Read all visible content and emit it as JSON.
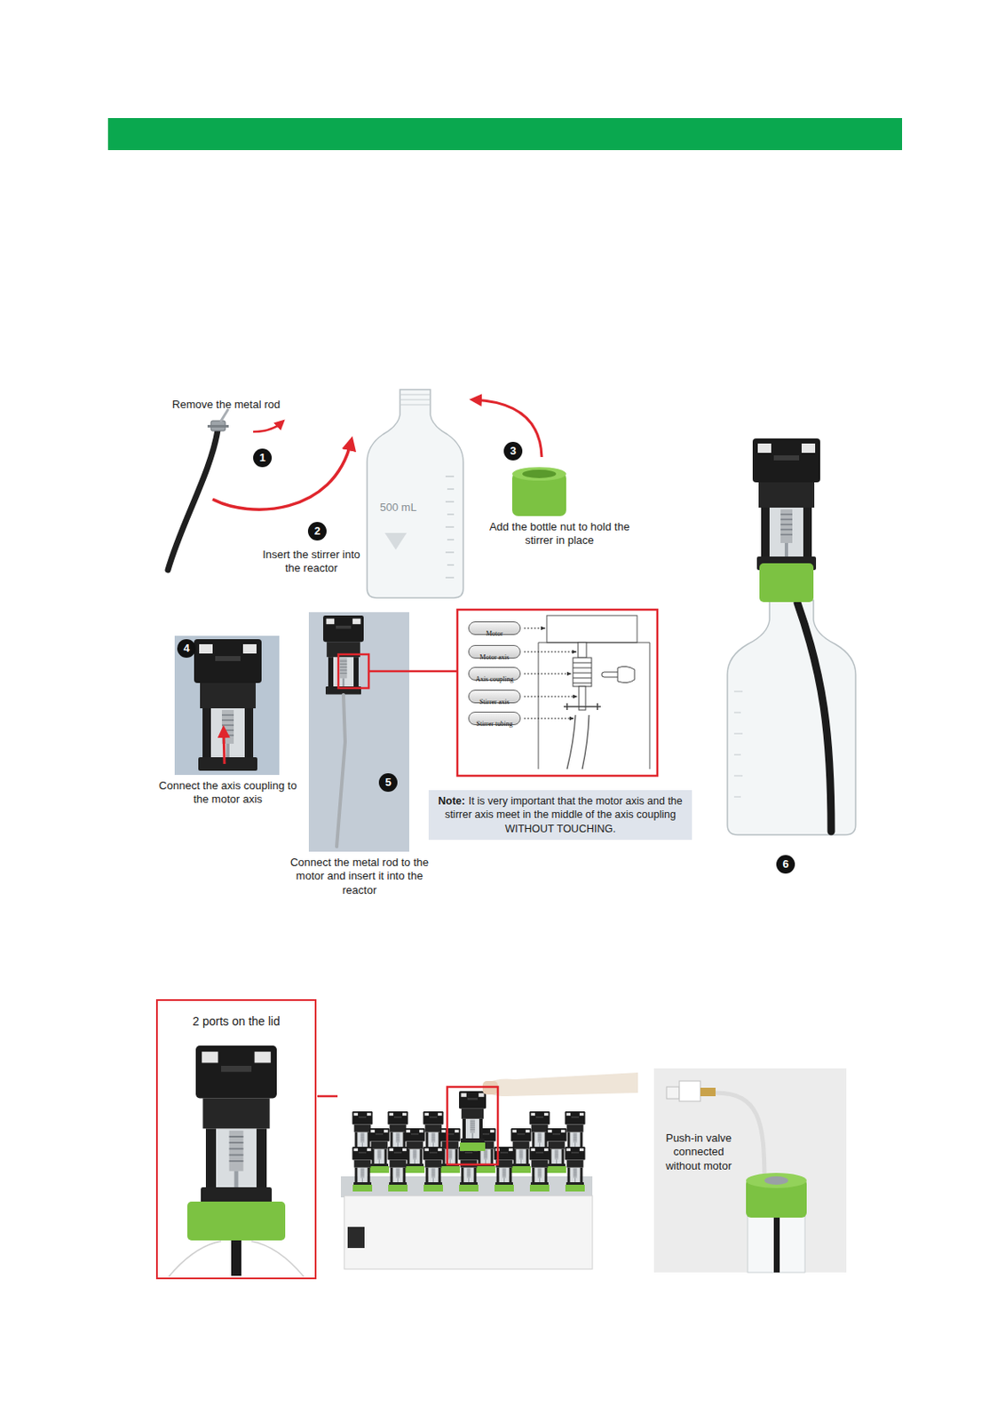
{
  "diagram": {
    "nodes": [
      {
        "text": [
          "Motor"
        ]
      },
      {
        "text": [
          "Motor axis"
        ]
      },
      {
        "text": [
          "Axis coupling"
        ]
      },
      {
        "text": [
          "Stirrer axis"
        ]
      },
      {
        "text": [
          "Stirrer tubing"
        ]
      },
      {
        "text": [
          "Note:",
          "It is very important that the motor axis and the stirrer axis meet in the middle of the axis coupling WITHOUT TOUCHING."
        ]
      },
      {
        "text": [
          "2 ports on the lid"
        ]
      }
    ],
    "labels": [
      "Remove the metal rod",
      "1",
      "2",
      "Insert the stirrer into the reactor",
      "3",
      "Add the bottle nut to hold the stirrer in place",
      "500 mL",
      "4",
      "Connect the axis coupling to the motor axis",
      "5",
      "Connect the metal rod to the motor and insert it into the reactor",
      "6",
      "Push-in valve connected without motor"
    ]
  }
}
